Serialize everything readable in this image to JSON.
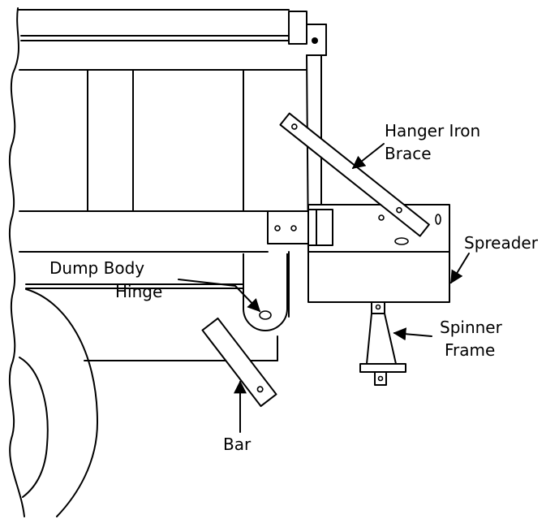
{
  "diagram": {
    "labels": {
      "hanger_line1": "Hanger Iron",
      "hanger_line2": "Brace",
      "spreader": "Spreader",
      "dump_line1": "Dump Body",
      "dump_line2": "Hinge",
      "spinner_line1": "Spinner",
      "spinner_line2": "Frame",
      "bar": "Bar"
    }
  }
}
